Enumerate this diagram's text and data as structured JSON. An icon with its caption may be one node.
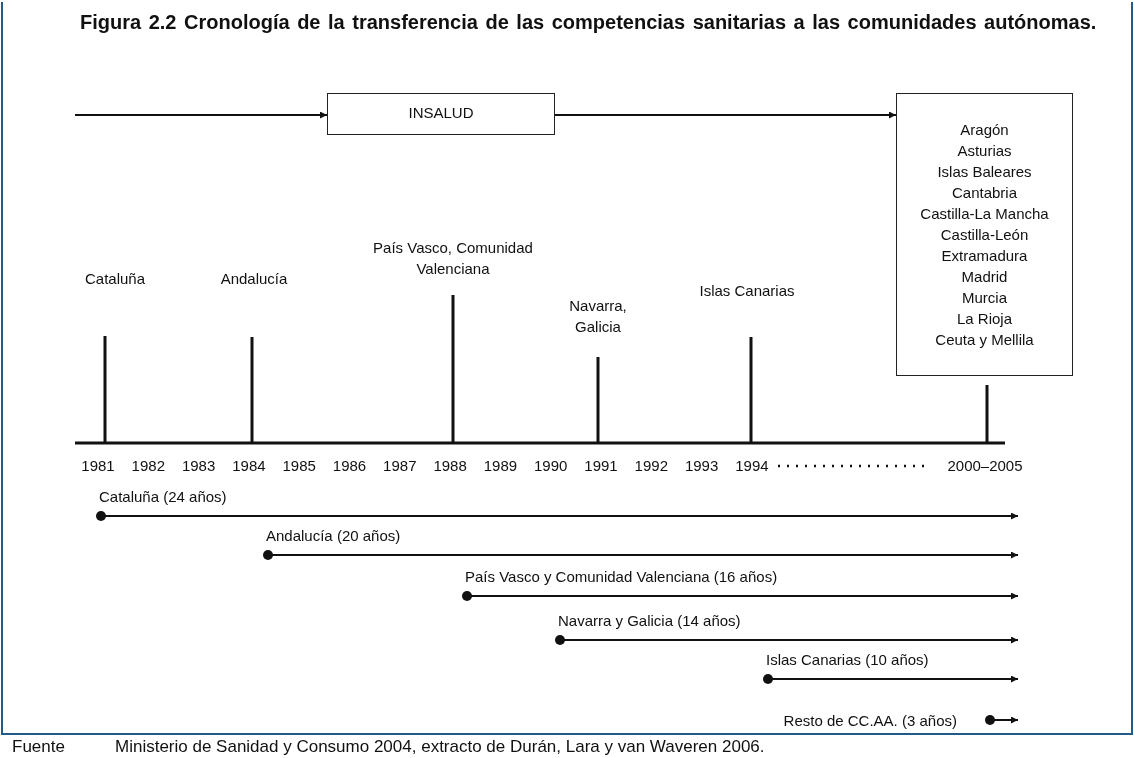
{
  "diagram": {
    "title": "Figura 2.2 Cronología de la transferencia de las competencias sanitarias a las comunidades autónomas.",
    "caption": "Ministerio de Sanidad y Consumo 2004, extracto de Durán, Lara y van Waveren 2006.",
    "nodes": [
      {
        "text": [
          "INSALUD"
        ]
      },
      {
        "text": [
          "Aragón",
          "Asturias",
          "Islas Baleares",
          "Cantabria",
          "Castilla-La Mancha",
          "Castilla-León",
          "Extramadura",
          "Madrid",
          "Murcia",
          "La Rioja",
          "Ceuta y Mellila"
        ]
      }
    ],
    "edges": [
      {
        "from": null,
        "to": 0,
        "arrow": "to"
      },
      {
        "from": 0,
        "to": 1,
        "arrow": "to"
      }
    ],
    "labels": [
      "Cataluña",
      "Andalucía",
      "País Vasco, Comunidad Valenciana",
      "Navarra, Galicia",
      "Islas Canarias",
      "1981",
      "1982",
      "1983",
      "1984",
      "1985",
      "1986",
      "1987",
      "1988",
      "1989",
      "1990",
      "1991",
      "1992",
      "1993",
      "1994",
      "2000–2005",
      "Cataluña (24 años)",
      "Andalucía (20 años)",
      "País Vasco y Comunidad Valenciana (16 años)",
      "Navarra y Galicia (14 años)",
      "Islas Canarias (10 años)",
      "Resto de CC.AA. (3 años)",
      "Fuente"
    ]
  }
}
